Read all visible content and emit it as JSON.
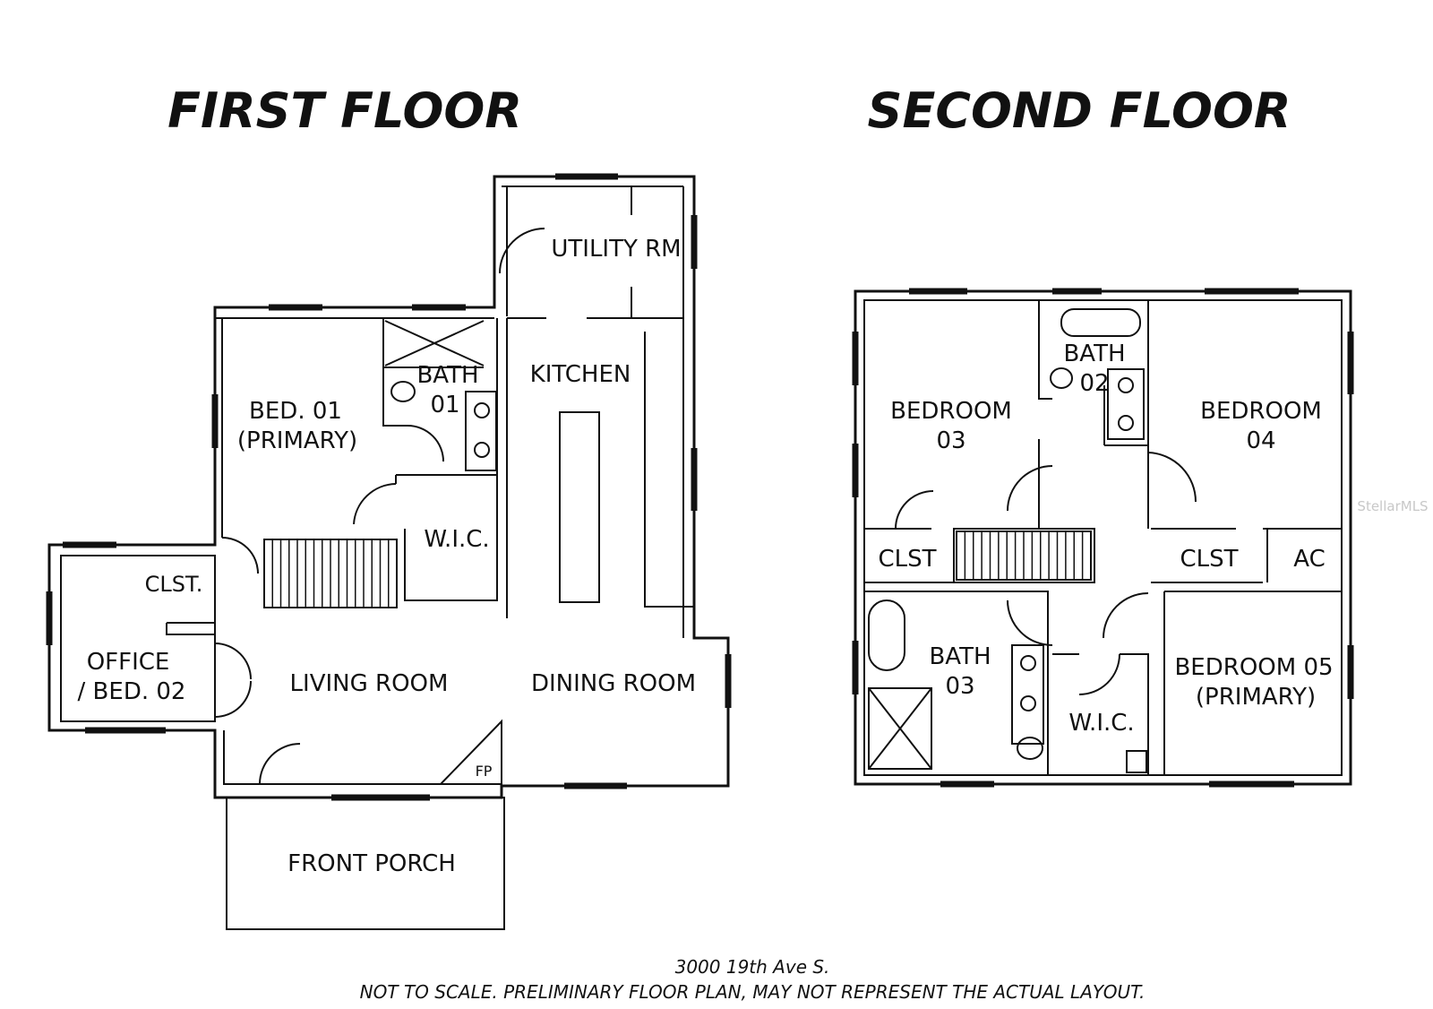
{
  "titles": {
    "first_floor": "FIRST FLOOR",
    "second_floor": "SECOND FLOOR"
  },
  "first_floor": {
    "utility": "UTILITY RM",
    "kitchen": "KITCHEN",
    "bath01_a": "BATH",
    "bath01_b": "01",
    "bed01_a": "BED. 01",
    "bed01_b": "(PRIMARY)",
    "wic": "W.I.C.",
    "clst": "CLST.",
    "office_a": "OFFICE",
    "office_b": "/ BED. 02",
    "living": "LIVING ROOM",
    "dining": "DINING ROOM",
    "fp": "FP",
    "porch": "FRONT PORCH"
  },
  "second_floor": {
    "bath02_a": "BATH",
    "bath02_b": "02",
    "bed03_a": "BEDROOM",
    "bed03_b": "03",
    "bed04_a": "BEDROOM",
    "bed04_b": "04",
    "clst_left": "CLST",
    "clst_right": "CLST",
    "ac": "AC",
    "bath03_a": "BATH",
    "bath03_b": "03",
    "wic": "W.I.C.",
    "bed05_a": "BEDROOM 05",
    "bed05_b": "(PRIMARY)"
  },
  "footer": {
    "address": "3000 19th Ave S.",
    "disclaimer": "NOT TO SCALE. PRELIMINARY FLOOR PLAN, MAY NOT REPRESENT THE ACTUAL LAYOUT."
  },
  "watermark": "StellarMLS"
}
